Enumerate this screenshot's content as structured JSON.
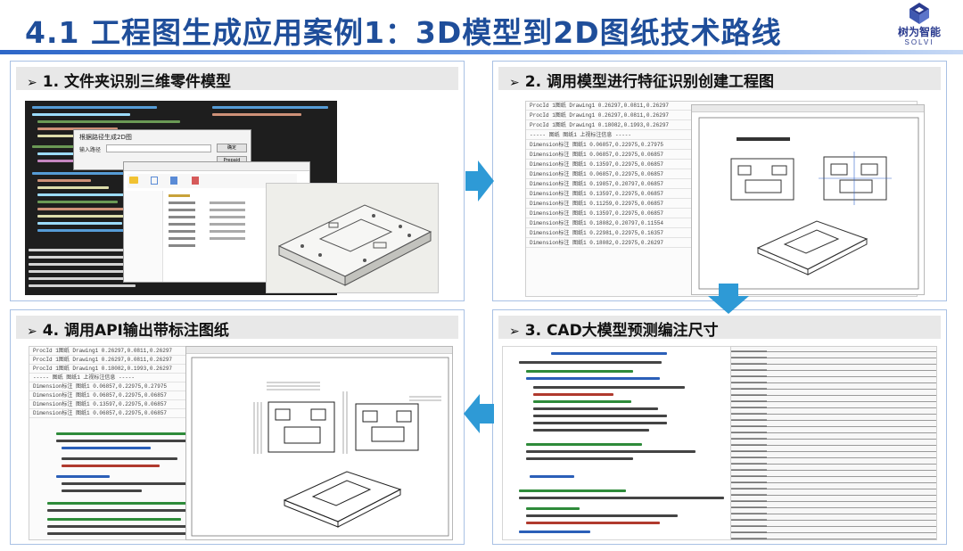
{
  "title": "4.1 工程图生成应用案例1：3D模型到2D图纸技术路线",
  "logo": {
    "cn": "树为智能",
    "en": "SOLVI"
  },
  "panels": {
    "p1": {
      "bullet": "➢",
      "title": "1. 文件夹识别三维零件模型"
    },
    "p2": {
      "bullet": "➢",
      "title": "2. 调用模型进行特征识别创建工程图"
    },
    "p3": {
      "bullet": "➢",
      "title": "3. CAD大模型预测编注尺寸"
    },
    "p4": {
      "bullet": "➢",
      "title": "4. 调用API输出带标注图纸"
    }
  },
  "screens": {
    "dialog_title": "根据路径生成2D图",
    "dialog_label": "输入路径",
    "dialog_btn1": "确定",
    "dialog_btn2": "Prepaid",
    "sheet_rows": [
      "ProcId 1图纸  Drawing1  0.26297,0.0811,0.26297",
      "ProcId 1图纸  Drawing1  0.26297,0.0811,0.26297",
      "ProcId 1图纸  Drawing1  0.18082,0.1993,0.26297",
      "----- 图纸 图纸1 上视标注信息 -----",
      "Dimension标注  图纸1  0.06857,0.22975,0.27975",
      "Dimension标注  图纸1  0.06857,0.22975,0.06857",
      "Dimension标注  图纸1  0.13597,0.22975,0.06857",
      "Dimension标注  图纸1  0.06857,0.22975,0.06857",
      "Dimension标注  图纸1  0.19857,0.20797,0.06857",
      "Dimension标注  图纸1  0.13597,0.22975,0.06857",
      "Dimension标注  图纸1  0.11259,0.22975,0.06857",
      "Dimension标注  图纸1  0.13597,0.22975,0.06857",
      "Dimension标注  图纸1  0.18082,0.20797,0.11554",
      "Dimension标注  图纸1  0.22981,0.22975,0.16357",
      "Dimension标注  图纸1  0.18082,0.22975,0.26297"
    ]
  }
}
